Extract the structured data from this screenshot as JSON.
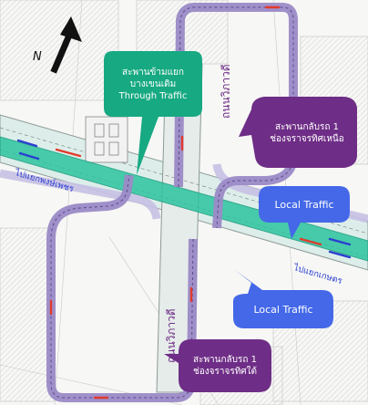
{
  "north_label": "N",
  "labels": {
    "thru_line1": "สะพานข้ามแยก",
    "thru_line2": "บางเขนเดิม",
    "thru_line3": "Through Traffic",
    "north_uturn_line1": "สะพานกลับรถ 1",
    "north_uturn_line2": "ช่องจราจรทิศเหนือ",
    "south_uturn_line1": "สะพานกลับรถ 1",
    "south_uturn_line2": "ช่องจราจรทิศใต้",
    "local_upper": "Local Traffic",
    "local_lower": "Local Traffic",
    "road_north": "ถนนวิภาวดี",
    "road_south": "ถนนวิภาวดี",
    "dir_west": "ไปแยกพงษ์เพชร",
    "dir_east": "ไปแยกเกษตร"
  },
  "colors": {
    "through_callout": "#17a982",
    "uturn_callout": "#6e2d86",
    "local_callout": "#4468e8",
    "overpass": "#2cc4a0",
    "uturn_loop": "#9b8ac6",
    "road_text": "#6e2d86",
    "arrow_red": "#e23a2c",
    "arrow_blue": "#2a3fd0"
  },
  "icons": [
    "north-arrow-icon"
  ]
}
